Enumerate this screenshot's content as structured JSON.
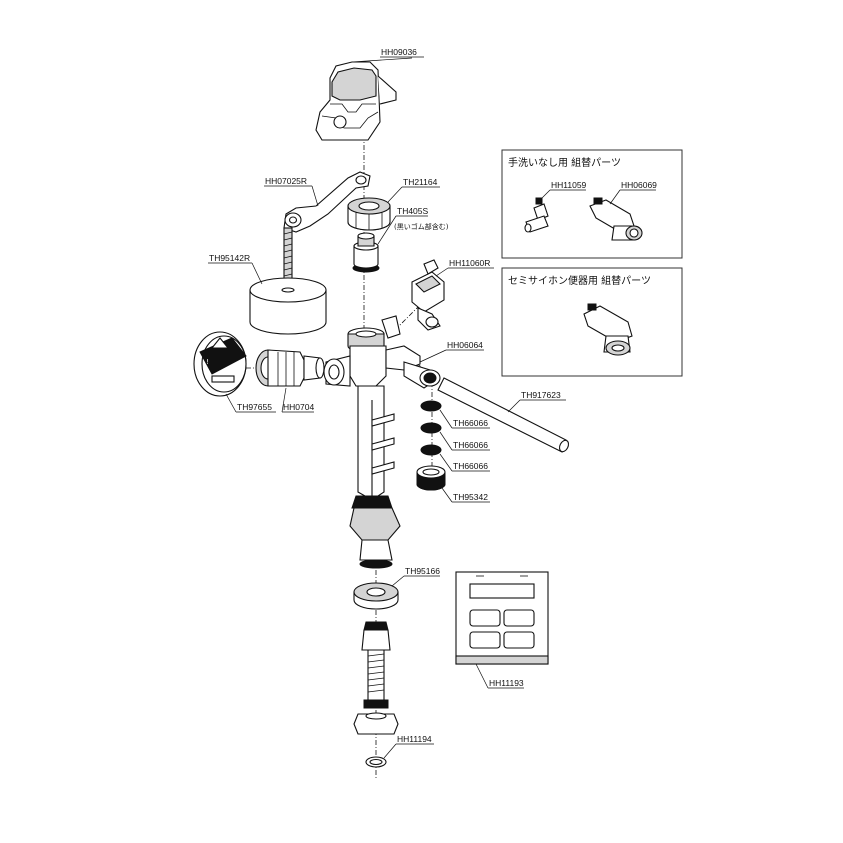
{
  "parts": {
    "hh09036": "HH09036",
    "hh07025r": "HH07025R",
    "th21164": "TH21164",
    "th405s": "TH405S",
    "th405s_note": "(黒いゴム部含む)",
    "th95142r": "TH95142R",
    "hh11060r": "HH11060R",
    "hh06064": "HH06064",
    "th97655": "TH97655",
    "hh0704": "HH0704",
    "th917623": "TH917623",
    "th66066_a": "TH66066",
    "th66066_b": "TH66066",
    "th66066_c": "TH66066",
    "th95342": "TH95342",
    "th95166": "TH95166",
    "hh11193": "HH11193",
    "hh11194": "HH11194"
  },
  "box_handwash": {
    "title": "手洗いなし用 組替パーツ",
    "part_a": "HH11059",
    "part_b": "HH06069"
  },
  "box_siphon": {
    "title": "セミサイホン便器用 組替パーツ"
  }
}
